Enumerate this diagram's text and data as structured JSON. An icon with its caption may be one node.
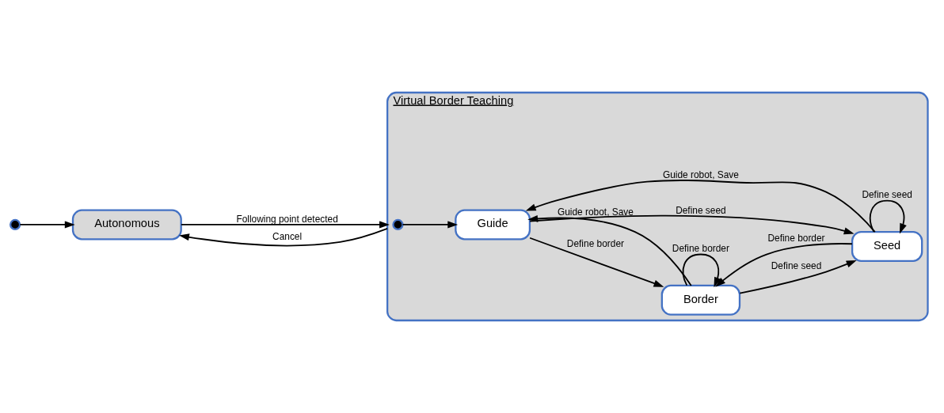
{
  "diagram": {
    "nodes": [
      {
        "text": [],
        "shape": "circle"
      },
      {
        "text": [
          "Autonomous"
        ]
      },
      {
        "text": [
          "Virtual Border Teaching"
        ]
      },
      {
        "text": [],
        "shape": "circle",
        "in": 2
      },
      {
        "text": [
          "Guide"
        ],
        "in": 2
      },
      {
        "text": [
          "Border"
        ],
        "in": 2
      },
      {
        "text": [
          "Seed"
        ],
        "in": 2
      }
    ],
    "edges": [
      {
        "from": 0,
        "to": 1,
        "arrow": "to"
      },
      {
        "from": 1,
        "to": 2,
        "arrow": "to",
        "label": "Following point detected"
      },
      {
        "from": 2,
        "to": 1,
        "arrow": "to",
        "label": "Cancel"
      },
      {
        "from": 3,
        "to": 4,
        "arrow": "to"
      },
      {
        "from": 4,
        "to": 5,
        "arrow": "to",
        "label": "Define border"
      },
      {
        "from": 5,
        "to": 4,
        "arrow": "to",
        "label": "Guide robot, Save"
      },
      {
        "from": 5,
        "to": 5,
        "arrow": "to",
        "label": "Define border"
      },
      {
        "from": 6,
        "to": 4,
        "arrow": "to",
        "label": "Guide robot, Save"
      },
      {
        "from": 6,
        "to": 5,
        "arrow": "to",
        "label": "Define border"
      },
      {
        "from": 4,
        "to": 6,
        "arrow": "to",
        "label": "Define seed"
      },
      {
        "from": 5,
        "to": 6,
        "arrow": "to",
        "label": "Define seed"
      },
      {
        "from": 6,
        "to": 6,
        "arrow": "to",
        "label": "Define seed"
      }
    ]
  }
}
